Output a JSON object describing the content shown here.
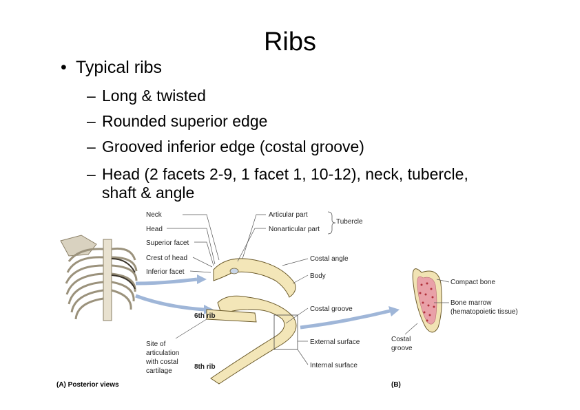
{
  "title": "Ribs",
  "bullet": "Typical ribs",
  "subpoints": [
    "Long & twisted",
    "Rounded superior edge",
    "Grooved inferior edge (costal groove)",
    "Head (2 facets 2-9, 1 facet 1, 10-12), neck, tubercle,",
    "shaft & angle"
  ],
  "figure": {
    "left_labels": [
      "Neck",
      "Head",
      "Superior facet",
      "Crest of head",
      "Inferior facet"
    ],
    "tubercle_parts": [
      "Articular part",
      "Nonarticular part"
    ],
    "tubercle_label": "Tubercle",
    "right_labels": [
      "Costal angle",
      "Body",
      "Costal groove",
      "External surface",
      "Internal surface"
    ],
    "rib_6": "6th rib",
    "rib_8": "8th rib",
    "site_label": [
      "Site of",
      "articulation",
      "with costal",
      "cartilage"
    ],
    "caption_a": "(A)  Posterior views",
    "caption_b": "(B)",
    "section_labels": [
      "Compact bone",
      "Bone marrow",
      "(hematopoietic tissue)",
      "Costal",
      "groove"
    ]
  },
  "colors": {
    "bone": "#f3e6b8",
    "bone_edge": "#6b5a2a",
    "marrow": "#e9a1a8",
    "arrow": "#9fb6d8"
  }
}
